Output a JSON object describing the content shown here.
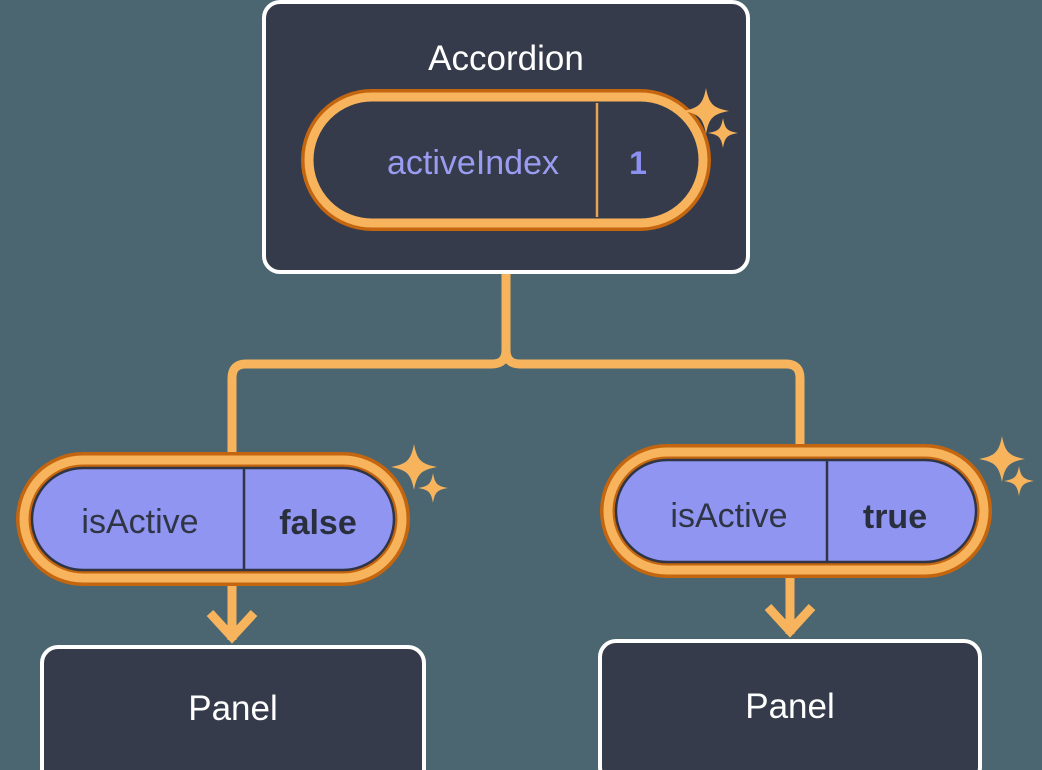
{
  "diagram": {
    "type": "component-tree",
    "background_color": "#4b6670",
    "palette": {
      "card_fill": "#353b4a",
      "card_border": "#ffffff",
      "ring_outer": "#c4650f",
      "ring_inner": "#f7b45c",
      "pill_purple_fill": "#8f95f0",
      "pill_dark_fill": "#353b4a",
      "connector": "#f7b45c",
      "text_light": "#ffffff",
      "text_dark": "#2f3545",
      "prop_key_purple": "#9a9cf2",
      "prop_value_purple": "#8c90f0",
      "sparkle": "#f7b45c"
    },
    "root": {
      "title": "Accordion",
      "state_pill": {
        "key": "activeIndex",
        "value": "1",
        "style": "dark-pill-highlighted",
        "sparkle": true
      }
    },
    "branches": [
      {
        "side": "left",
        "prop_pill": {
          "key": "isActive",
          "value": "false",
          "style": "purple-pill-highlighted",
          "sparkle": true
        },
        "child": {
          "title": "Panel"
        }
      },
      {
        "side": "right",
        "prop_pill": {
          "key": "isActive",
          "value": "true",
          "style": "purple-pill-highlighted",
          "sparkle": true
        },
        "child": {
          "title": "Panel"
        }
      }
    ]
  }
}
